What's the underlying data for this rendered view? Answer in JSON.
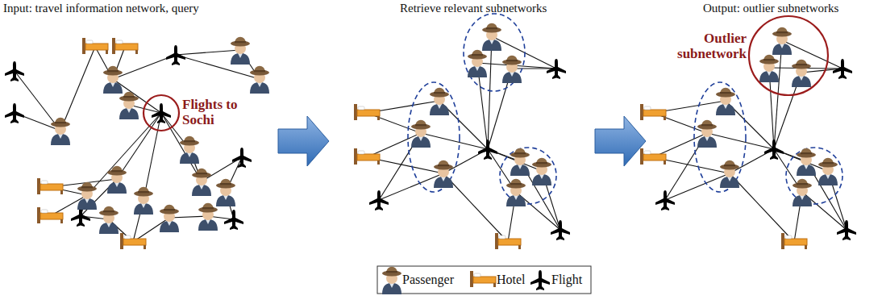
{
  "diagram": {
    "nodes": [
      {
        "text": [
          "Flights to Sochi"
        ]
      },
      {
        "text": [
          "Outlier subnetwork"
        ]
      }
    ],
    "labels": [
      "Input: travel information network, query",
      "Retrieve relevant subnetworks",
      "Output: outlier subnetworks"
    ],
    "legend": [
      {
        "text": "Passenger"
      },
      {
        "text": "Hotel"
      },
      {
        "text": "Flight"
      }
    ]
  }
}
